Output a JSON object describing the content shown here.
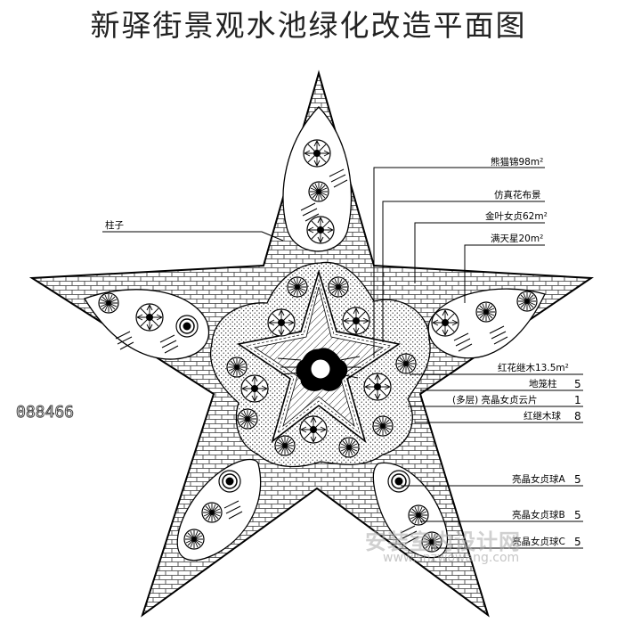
{
  "title": "新驿街景观水池绿化改造平面图",
  "code_text": "088466",
  "watermark": {
    "main": "安装室内设计网",
    "url": "www.snzwowang.com"
  },
  "labels": {
    "pillar": "柱子",
    "l1": "熊猫锦98m²",
    "l2": "仿真花布景",
    "l3": "金叶女贞62m²",
    "l4": "满天星20m²",
    "l5": "红花继木13.5m²",
    "l6_name": "地笼柱",
    "l6_qty": "5",
    "l7_name": "(多层) 亮晶女贞云片",
    "l7_qty": "1",
    "l8_name": "红继木球",
    "l8_qty": "8",
    "l9_name": "亮晶女贞球A",
    "l9_qty": "5",
    "l10_name": "亮晶女贞球B",
    "l10_qty": "5",
    "l11_name": "亮晶女贞球C",
    "l11_qty": "5"
  }
}
